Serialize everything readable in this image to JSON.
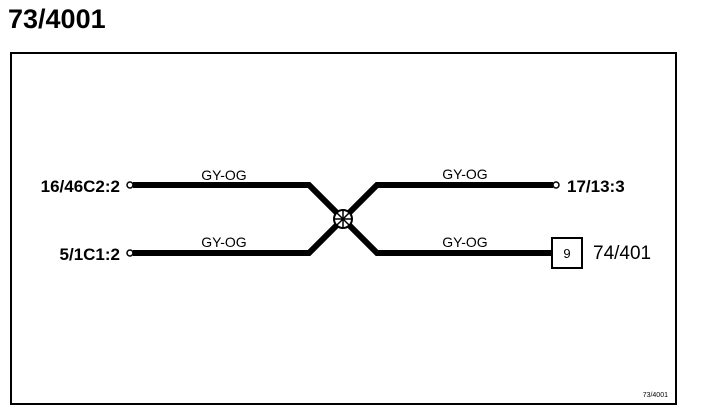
{
  "title": "73/4001",
  "diagram": {
    "connectors": {
      "top_left": "16/46C2:2",
      "bottom_left": "5/1C1:2",
      "top_right": "17/13:3",
      "bottom_right": "74/401"
    },
    "wires": {
      "top_left": "GY-OG",
      "bottom_left": "GY-OG",
      "top_right": "GY-OG",
      "bottom_right": "GY-OG"
    },
    "box_number": "9",
    "reference": "73/4001"
  },
  "colors": {
    "line": "#000000",
    "background": "#ffffff"
  }
}
